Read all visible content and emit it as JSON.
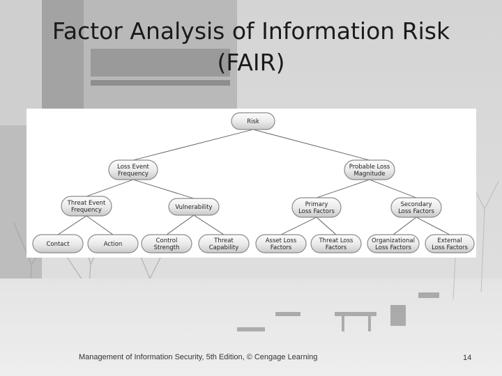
{
  "slide": {
    "title_line1": "Factor Analysis of Information Risk",
    "title_line2": "(FAIR)",
    "footer": "Management of Information Security, 5th Edition, © Cengage Learning",
    "page_number": "14"
  },
  "diagram": {
    "nodes": [
      {
        "id": "risk",
        "lines": [
          "Risk"
        ]
      },
      {
        "id": "lef",
        "lines": [
          "Loss Event",
          "Frequency"
        ]
      },
      {
        "id": "plm",
        "lines": [
          "Probable Loss",
          "Magnitude"
        ]
      },
      {
        "id": "tef",
        "lines": [
          "Threat Event",
          "Frequency"
        ]
      },
      {
        "id": "vuln",
        "lines": [
          "Vulnerability"
        ]
      },
      {
        "id": "plf",
        "lines": [
          "Primary",
          "Loss Factors"
        ]
      },
      {
        "id": "slf",
        "lines": [
          "Secondary",
          "Loss Factors"
        ]
      },
      {
        "id": "contact",
        "lines": [
          "Contact"
        ]
      },
      {
        "id": "action",
        "lines": [
          "Action"
        ]
      },
      {
        "id": "cs",
        "lines": [
          "Control",
          "Strength"
        ]
      },
      {
        "id": "tc",
        "lines": [
          "Threat",
          "Capability"
        ]
      },
      {
        "id": "alf",
        "lines": [
          "Asset Loss",
          "Factors"
        ]
      },
      {
        "id": "tlf",
        "lines": [
          "Threat Loss",
          "Factors"
        ]
      },
      {
        "id": "olf",
        "lines": [
          "Organizational",
          "Loss Factors"
        ]
      },
      {
        "id": "elf",
        "lines": [
          "External",
          "Loss Factors"
        ]
      }
    ],
    "edges": [
      [
        "risk",
        "lef"
      ],
      [
        "risk",
        "plm"
      ],
      [
        "lef",
        "tef"
      ],
      [
        "lef",
        "vuln"
      ],
      [
        "plm",
        "plf"
      ],
      [
        "plm",
        "slf"
      ],
      [
        "tef",
        "contact"
      ],
      [
        "tef",
        "action"
      ],
      [
        "vuln",
        "cs"
      ],
      [
        "vuln",
        "tc"
      ],
      [
        "plf",
        "alf"
      ],
      [
        "plf",
        "tlf"
      ],
      [
        "slf",
        "olf"
      ],
      [
        "slf",
        "elf"
      ]
    ]
  }
}
